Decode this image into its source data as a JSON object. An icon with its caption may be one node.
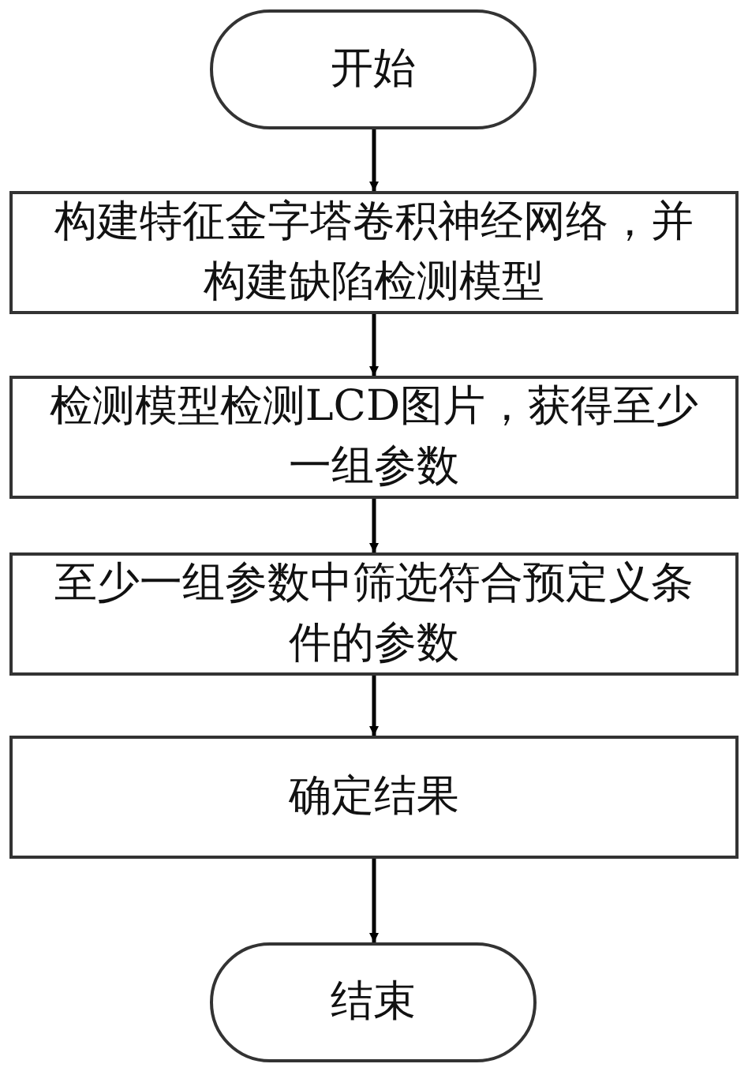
{
  "diagram": {
    "nodes": [
      {
        "text": [
          "开始"
        ]
      },
      {
        "text": [
          "构建特征金字塔卷积神经网络，并构建缺陷检测模型"
        ]
      },
      {
        "text": [
          "检测模型检测LCD图片，获得至少一组参数"
        ]
      },
      {
        "text": [
          "至少一组参数中筛选符合预定义条件的参数"
        ]
      },
      {
        "text": [
          "确定结果"
        ]
      },
      {
        "text": [
          "结束"
        ]
      }
    ],
    "edges": [
      {
        "from": 0,
        "to": 1,
        "arrow": "to"
      },
      {
        "from": 1,
        "to": 2,
        "arrow": "to"
      },
      {
        "from": 2,
        "to": 3,
        "arrow": "to"
      },
      {
        "from": 3,
        "to": 4,
        "arrow": "to"
      },
      {
        "from": 4,
        "to": 5,
        "arrow": "to"
      }
    ]
  }
}
